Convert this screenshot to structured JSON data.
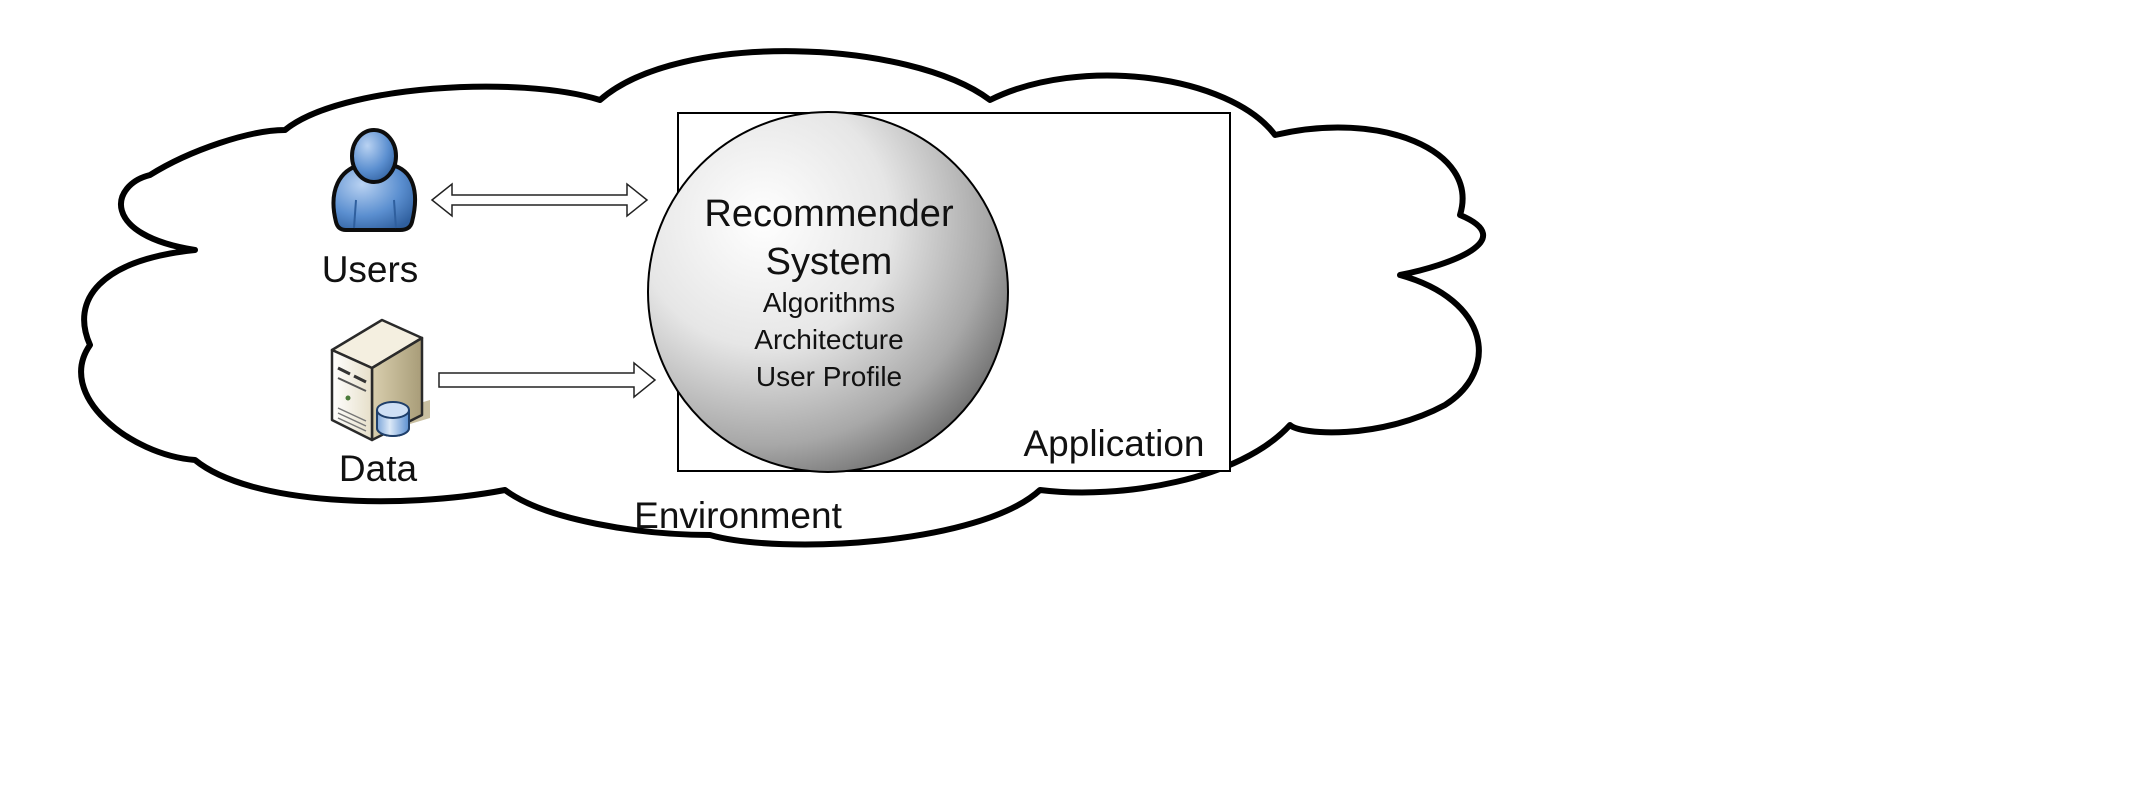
{
  "environment": {
    "label": "Environment"
  },
  "application": {
    "label": "Application"
  },
  "recommender": {
    "title_line1": "Recommender",
    "title_line2": "System",
    "components": [
      "Algorithms",
      "Architecture",
      "User Profile"
    ]
  },
  "actors": {
    "users": {
      "label": "Users",
      "icon": "user-icon"
    },
    "data": {
      "label": "Data",
      "icon": "server-database-icon"
    }
  },
  "connections": [
    {
      "from": "Users",
      "to": "Recommender System",
      "direction": "bidirectional"
    },
    {
      "from": "Data",
      "to": "Recommender System",
      "direction": "one-way"
    }
  ],
  "colors": {
    "outline": "#000000",
    "user_fill": "#5b8fd0",
    "server_fill": "#e8e0c8",
    "sphere_light": "#ffffff",
    "sphere_dark": "#6e6e6e"
  }
}
